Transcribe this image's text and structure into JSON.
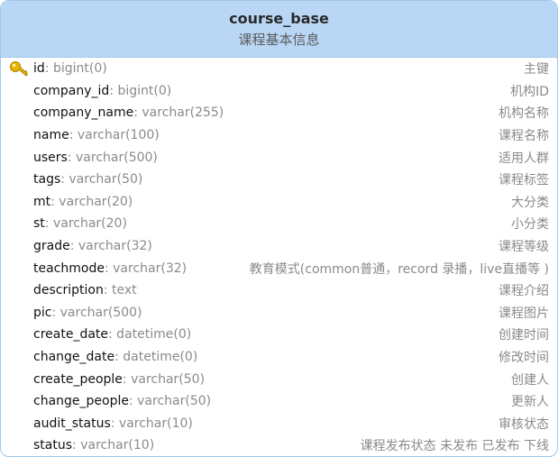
{
  "table": {
    "name": "course_base",
    "comment": "课程基本信息"
  },
  "columns": [
    {
      "name": "id",
      "type": ": bigint(0)",
      "comment": "主键",
      "primary_key": true
    },
    {
      "name": "company_id",
      "type": ": bigint(0)",
      "comment": "机构ID"
    },
    {
      "name": "company_name",
      "type": ": varchar(255)",
      "comment": "机构名称"
    },
    {
      "name": "name",
      "type": ": varchar(100)",
      "comment": "课程名称"
    },
    {
      "name": "users",
      "type": ": varchar(500)",
      "comment": "适用人群"
    },
    {
      "name": "tags",
      "type": ": varchar(50)",
      "comment": "课程标签"
    },
    {
      "name": "mt",
      "type": ": varchar(20)",
      "comment": "大分类"
    },
    {
      "name": "st",
      "type": ": varchar(20)",
      "comment": "小分类"
    },
    {
      "name": "grade",
      "type": ": varchar(32)",
      "comment": "课程等级"
    },
    {
      "name": "teachmode",
      "type": ": varchar(32)",
      "comment": "教育模式(common普通，record 录播，live直播等 )"
    },
    {
      "name": "description",
      "type": ": text",
      "comment": "课程介绍"
    },
    {
      "name": "pic",
      "type": ": varchar(500)",
      "comment": "课程图片"
    },
    {
      "name": "create_date",
      "type": ": datetime(0)",
      "comment": "创建时间"
    },
    {
      "name": "change_date",
      "type": ": datetime(0)",
      "comment": "修改时间"
    },
    {
      "name": "create_people",
      "type": ": varchar(50)",
      "comment": "创建人"
    },
    {
      "name": "change_people",
      "type": ": varchar(50)",
      "comment": "更新人"
    },
    {
      "name": "audit_status",
      "type": ": varchar(10)",
      "comment": "审核状态"
    },
    {
      "name": "status",
      "type": ": varchar(10)",
      "comment": "课程发布状态 未发布  已发布 下线"
    }
  ],
  "colors": {
    "header_bg": "#b9d7f5",
    "border": "#9fc7ea",
    "key": "#e8b400"
  }
}
